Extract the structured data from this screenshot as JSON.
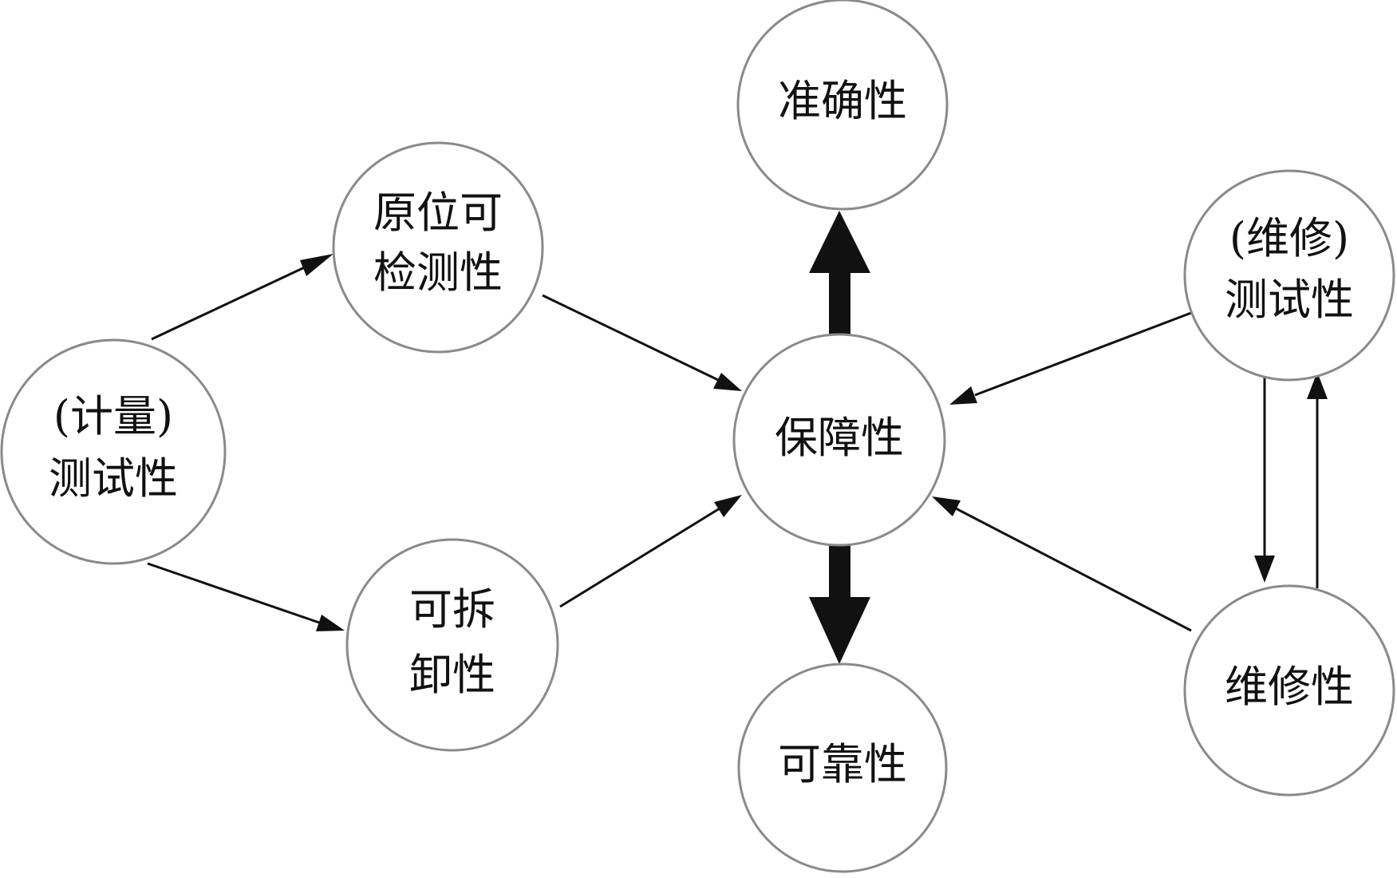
{
  "nodes": {
    "metrology_testability": {
      "lines": [
        "(计量)",
        "测试性"
      ]
    },
    "in_situ_detectability": {
      "lines": [
        "原位可",
        "检测性"
      ]
    },
    "detachability": {
      "lines": [
        "可拆",
        "卸性"
      ]
    },
    "supportability": {
      "lines": [
        "保障性"
      ]
    },
    "accuracy": {
      "lines": [
        "准确性"
      ]
    },
    "reliability": {
      "lines": [
        "可靠性"
      ]
    },
    "maintenance_testability": {
      "lines": [
        "(维修)",
        "测试性"
      ]
    },
    "maintainability": {
      "lines": [
        "维修性"
      ]
    }
  },
  "edges": [
    {
      "from": "metrology_testability",
      "to": "in_situ_detectability",
      "weight": "thin"
    },
    {
      "from": "metrology_testability",
      "to": "detachability",
      "weight": "thin"
    },
    {
      "from": "in_situ_detectability",
      "to": "supportability",
      "weight": "thin"
    },
    {
      "from": "detachability",
      "to": "supportability",
      "weight": "thin"
    },
    {
      "from": "maintenance_testability",
      "to": "supportability",
      "weight": "thin"
    },
    {
      "from": "maintainability",
      "to": "supportability",
      "weight": "thin"
    },
    {
      "from": "maintenance_testability",
      "to": "maintainability",
      "weight": "thin"
    },
    {
      "from": "maintainability",
      "to": "maintenance_testability",
      "weight": "thin"
    },
    {
      "from": "supportability",
      "to": "accuracy",
      "weight": "thick"
    },
    {
      "from": "supportability",
      "to": "reliability",
      "weight": "thick"
    }
  ]
}
